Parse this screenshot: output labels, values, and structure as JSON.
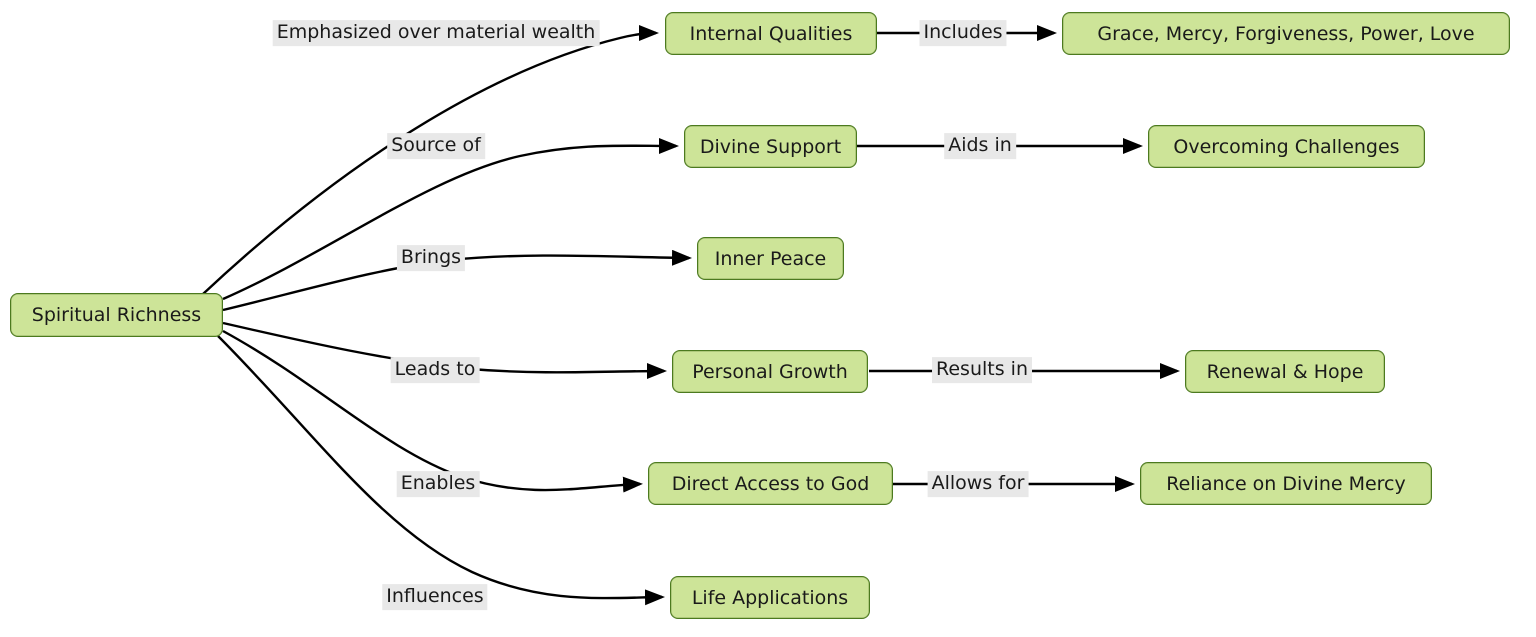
{
  "diagram": {
    "root_label": "Spiritual Richness",
    "branches": [
      {
        "edge_label": "Emphasized over material wealth",
        "node_label": "Internal Qualities",
        "child_edge_label": "Includes",
        "child_node_label": "Grace, Mercy, Forgiveness, Power, Love"
      },
      {
        "edge_label": "Source of",
        "node_label": "Divine Support",
        "child_edge_label": "Aids in",
        "child_node_label": "Overcoming Challenges"
      },
      {
        "edge_label": "Brings",
        "node_label": "Inner Peace"
      },
      {
        "edge_label": "Leads to",
        "node_label": "Personal Growth",
        "child_edge_label": "Results in",
        "child_node_label": "Renewal & Hope"
      },
      {
        "edge_label": "Enables",
        "node_label": "Direct Access to God",
        "child_edge_label": "Allows for",
        "child_node_label": "Reliance on Divine Mercy"
      },
      {
        "edge_label": "Influences",
        "node_label": "Life Applications"
      }
    ],
    "colors": {
      "node_fill": "#cde498",
      "node_border": "#4c7a1f",
      "edge_line": "#000000",
      "edge_label_bg": "#e8e8e8",
      "text": "#1a1a1a",
      "background": "#ffffff"
    }
  }
}
